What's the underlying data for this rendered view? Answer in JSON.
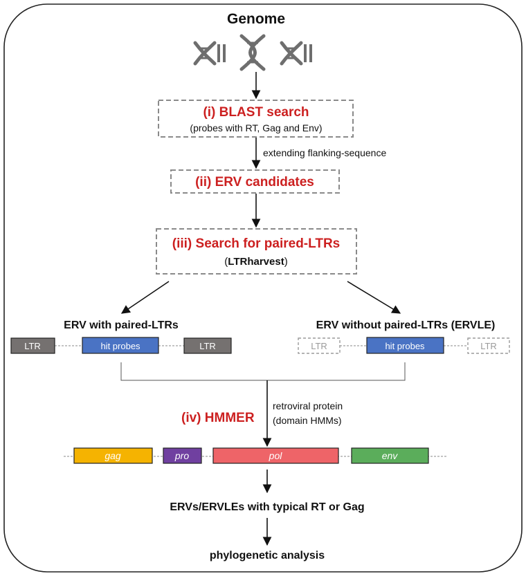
{
  "title": "Genome",
  "steps": {
    "blast_title": "(i) BLAST search",
    "blast_sub": "(probes with RT, Gag and Env)",
    "extend_note": "extending flanking-sequence",
    "candidates_title": "(ii) ERV candidates",
    "ltr_title": "(iii) Search for paired-LTRs",
    "ltr_sub_open": "(",
    "ltr_sub_bold": "LTRharvest",
    "ltr_sub_close": ")",
    "hmmer_title": "(iv) HMMER",
    "hmmer_note_line1": "retroviral protein",
    "hmmer_note_line2": "(domain HMMs)",
    "result": "ERVs/ERVLEs with typical RT or Gag",
    "final": "phylogenetic analysis"
  },
  "branches": {
    "left": {
      "label": "ERV with paired-LTRs",
      "ltr_left": "LTR",
      "probes": "hit probes",
      "ltr_right": "LTR"
    },
    "right": {
      "label": "ERV without paired-LTRs (ERVLE)",
      "ltr_left": "LTR",
      "probes": "hit probes",
      "ltr_right": "LTR"
    }
  },
  "genes": [
    "gag",
    "pro",
    "pol",
    "env"
  ],
  "colors": {
    "accent_red": "#cc2020",
    "ltr_box": "#757170",
    "probe_box": "#4a73c4",
    "gag": "#f5b301",
    "pro": "#7040a0",
    "pol": "#ee6468",
    "env": "#5bad5b",
    "dna_icon": "#6e6e6e",
    "dashed_border": "#8a8a8a"
  }
}
